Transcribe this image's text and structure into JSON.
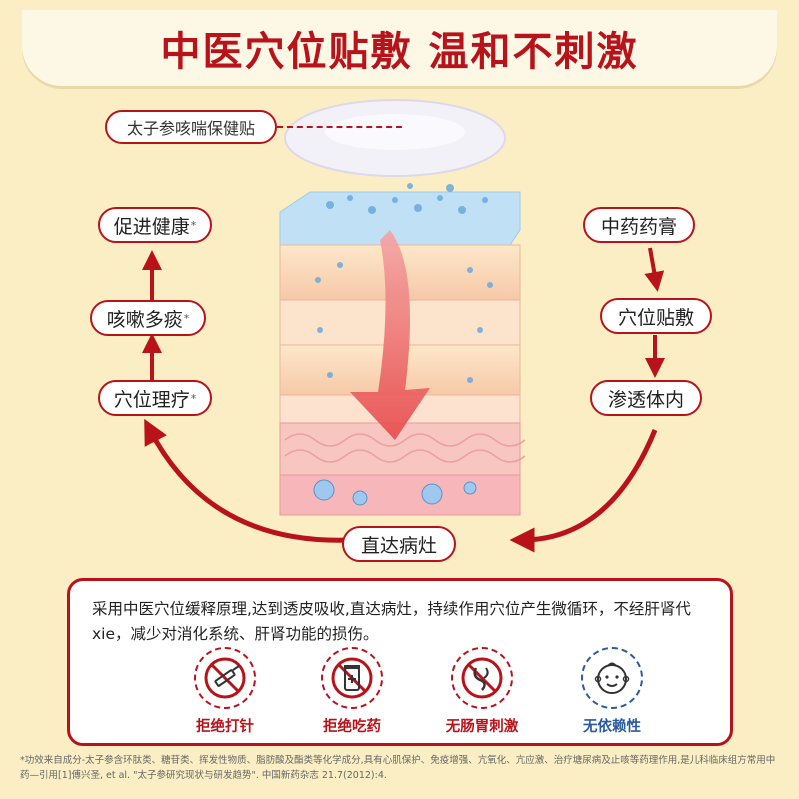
{
  "title": "中医穴位贴敷 温和不刺激",
  "patch_label": "太子参咳喘保健贴",
  "left_chain": [
    {
      "label": "促进健康",
      "mark": "*"
    },
    {
      "label": "咳嗽多痰",
      "mark": "*"
    },
    {
      "label": "穴位理疗",
      "mark": "*"
    }
  ],
  "right_chain": [
    {
      "label": "中药药膏"
    },
    {
      "label": "穴位贴敷"
    },
    {
      "label": "渗透体内"
    }
  ],
  "bottom_node": "直达病灶",
  "description": "采用中医穴位缓释原理,达到透皮吸收,直达病灶，持续作用穴位产生微循环，不经肝肾代xie，减少对消化系统、肝肾功能的损伤。",
  "features": [
    {
      "label": "拒绝打针",
      "icon": "no-injection-icon"
    },
    {
      "label": "拒绝吃药",
      "icon": "no-pills-icon"
    },
    {
      "label": "无肠胃刺激",
      "icon": "no-stomach-irritation-icon"
    },
    {
      "label": "无依赖性",
      "icon": "baby-face-icon"
    }
  ],
  "footnote": "*功效来自成分-太子参含环肽类、糖苷类、挥发性物质、脂肪酸及酯类等化学成分,具有心肌保护、免疫增强、亢氧化、亢应激、治疗塘尿病及止咳等药理作用,是儿科临床组方常用中药—引用[1]傅兴圣, et al. \"太子参研究现状与研发趋势\". 中国新药杂志 21.7(2012):4.",
  "colors": {
    "accent": "#b8131a",
    "background": "#fbeec4",
    "blue": "#2c5aa0"
  }
}
